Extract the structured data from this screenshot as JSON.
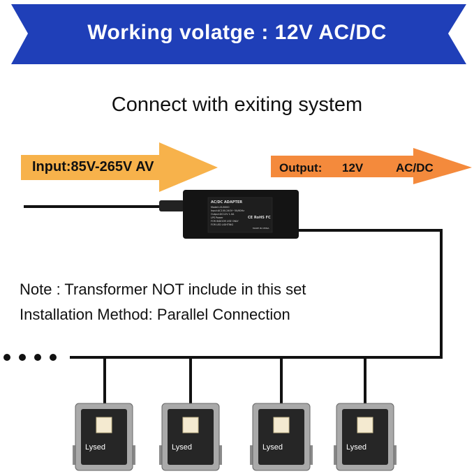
{
  "banner": {
    "title": "Working volatge : 12V AC/DC"
  },
  "subtitle": "Connect with exiting system",
  "input": {
    "label": "Input:85V-265V AV"
  },
  "output": {
    "label": "Output:",
    "voltage": "12V",
    "type": "AC/DC"
  },
  "adapter": {
    "title": "AC/DC ADAPTER",
    "lines": [
      "Model:LSU0000",
      "Input:AC100-240V~50/60Hz",
      "Output:DC12V 1.0A",
      "LPS Power",
      "FOR INDOOR USE ONLY",
      "FOR LED LIGHTING"
    ],
    "marks": "CE RoHS FC",
    "made": "MADE IN CHINA"
  },
  "notes": {
    "line1": "Note : Transformer NOT include in this set",
    "line2": "Installation Method: Parallel Connection"
  },
  "lamp": {
    "brand": "Lysed",
    "count": 4
  },
  "colors": {
    "banner_blue": "#1f3fb8",
    "arrow_input": "#f7b24b",
    "arrow_output": "#f48a3c",
    "wire": "#111111"
  }
}
